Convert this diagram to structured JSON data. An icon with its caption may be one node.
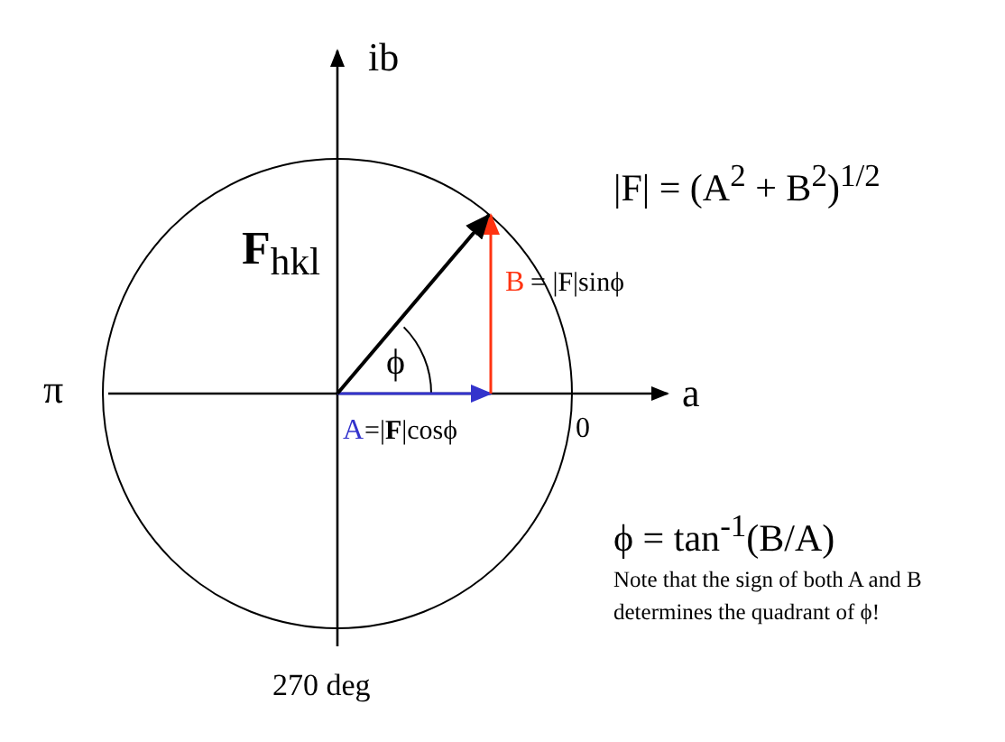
{
  "diagram": {
    "labels": [
      "ib",
      "|F| = (A$^{2}$ + B$^{2}$)$^{1/2}$",
      "**F**$_{hkl}$",
      "B",
      "= |F|sinϕ",
      "π",
      "ϕ",
      "a",
      "A",
      "=|**F**|cosϕ",
      "0",
      "ϕ = tan$^{-1}$(B/A)",
      "Note that the sign of both A and B determines the quadrant of ϕ!",
      "270 deg"
    ]
  }
}
